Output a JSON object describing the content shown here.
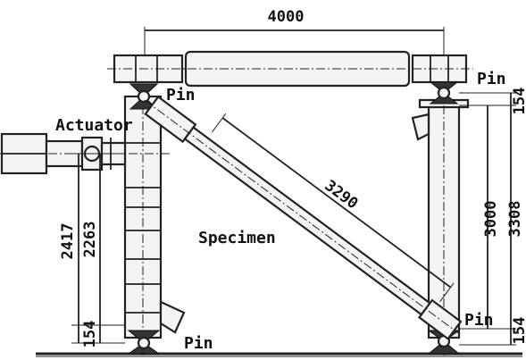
{
  "labels": {
    "actuator": "Actuator",
    "specimen": "Specimen",
    "pin_top_left": "Pin",
    "pin_top_right": "Pin",
    "pin_bottom_left": "Pin",
    "pin_bottom_right": "Pin"
  },
  "dimensions": {
    "span": "4000",
    "specimen_length": "3290",
    "column_height": "3000",
    "overall_height_right": "3308",
    "base_offset_right": "154",
    "top_offset_right": "154",
    "overall_height_left": "2417",
    "actuator_height_left": "2263",
    "base_offset_left": "154"
  },
  "colors": {
    "ink": "#222222",
    "background": "#ffffff"
  }
}
